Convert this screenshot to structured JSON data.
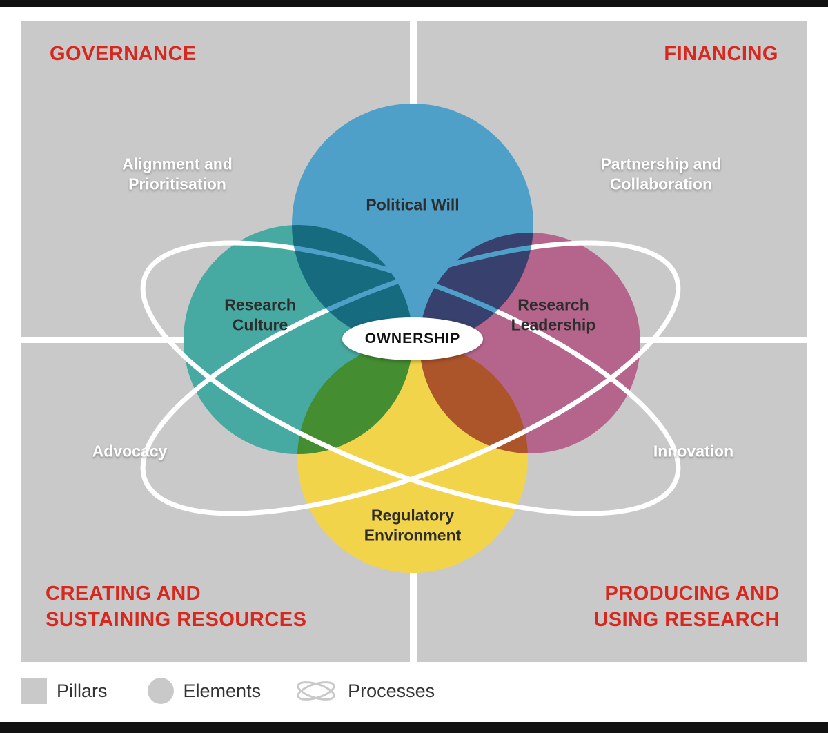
{
  "colors": {
    "quadrant_bg": "#c9c9c9",
    "accent_red": "#d7281f",
    "circle_blue": "#4fa0c8",
    "circle_teal": "#47aaa2",
    "circle_mauve": "#b5658c",
    "circle_yellow": "#f2d44b",
    "ring_white": "#ffffff"
  },
  "quadrants": {
    "top_left": {
      "label": "GOVERNANCE"
    },
    "top_right": {
      "label": "FINANCING"
    },
    "bottom_left": {
      "label": "CREATING AND SUSTAINING RESOURCES"
    },
    "bottom_right": {
      "label": "PRODUCING AND USING RESEARCH"
    }
  },
  "elements": {
    "political_will": {
      "label": "Political Will"
    },
    "research_culture": {
      "label": "Research Culture"
    },
    "research_leadership": {
      "label": "Research Leadership"
    },
    "regulatory_environment": {
      "label": "Regulatory Environment"
    }
  },
  "center": {
    "label": "OWNERSHIP"
  },
  "processes": {
    "alignment": {
      "label": "Alignment and Prioritisation"
    },
    "partnership": {
      "label": "Partnership and Collaboration"
    },
    "advocacy": {
      "label": "Advocacy"
    },
    "innovation": {
      "label": "Innovation"
    }
  },
  "legend": {
    "items": [
      {
        "icon": "square",
        "label": "Pillars"
      },
      {
        "icon": "circle",
        "label": "Elements"
      },
      {
        "icon": "crossed-ellipses",
        "label": "Processes"
      }
    ]
  }
}
